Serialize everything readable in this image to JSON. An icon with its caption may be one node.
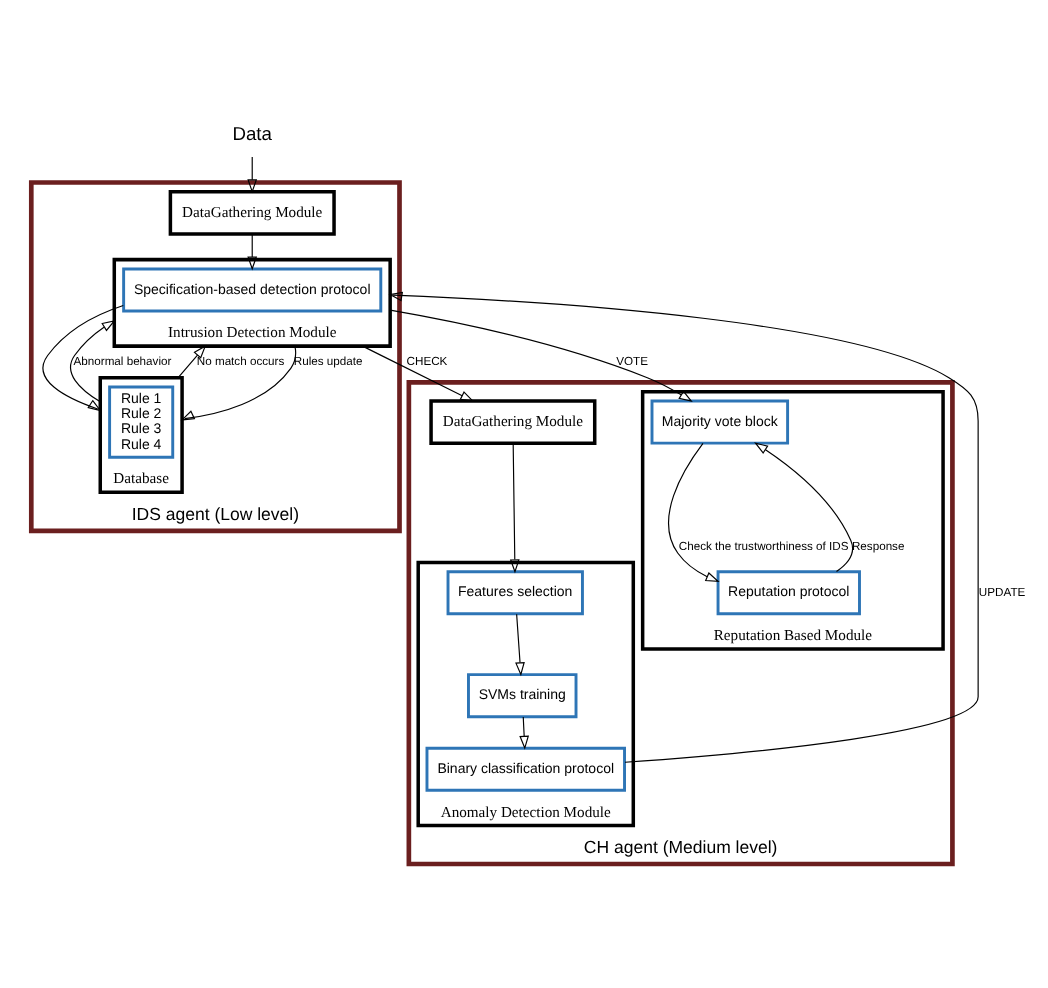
{
  "diagram": {
    "nodes": [
      {
        "text": [
          "IDS agent (Low level)"
        ]
      },
      {
        "text": [
          "CH agent (Medium level)"
        ]
      },
      {
        "text": [
          "Data"
        ]
      },
      {
        "text": [
          "DataGathering Module"
        ],
        "in": 0
      },
      {
        "text": [
          "Intrusion Detection Module"
        ],
        "in": 0
      },
      {
        "text": [
          "Specification-based detection protocol"
        ],
        "in": 4
      },
      {
        "text": [
          "Database"
        ],
        "in": 0
      },
      {
        "text": [
          "Rule 1",
          "Rule 2",
          "Rule 3",
          "Rule 4"
        ],
        "in": 6
      },
      {
        "text": [
          "DataGathering Module"
        ],
        "in": 1
      },
      {
        "text": [
          "Anomaly Detection Module"
        ],
        "in": 1
      },
      {
        "text": [
          "Features selection"
        ],
        "in": 9
      },
      {
        "text": [
          "SVMs training"
        ],
        "in": 9
      },
      {
        "text": [
          "Binary classification protocol"
        ],
        "in": 9
      },
      {
        "text": [
          "Reputation Based Module"
        ],
        "in": 1
      },
      {
        "text": [
          "Majority vote block"
        ],
        "in": 13
      },
      {
        "text": [
          "Reputation protocol"
        ],
        "in": 13
      }
    ],
    "edges": [
      {
        "from": 2,
        "to": 3,
        "arrow": "to"
      },
      {
        "from": 3,
        "to": 5,
        "arrow": "to"
      },
      {
        "from": 5,
        "to": 6,
        "arrow": "to"
      },
      {
        "from": 6,
        "to": 4,
        "arrow": "to",
        "label": "Abnormal behavior"
      },
      {
        "from": 6,
        "to": 4,
        "arrow": "to",
        "label": "No match occurs"
      },
      {
        "from": 4,
        "to": 6,
        "arrow": "to",
        "label": "Rules update"
      },
      {
        "from": 4,
        "to": 14,
        "arrow": "to",
        "label": "VOTE"
      },
      {
        "from": 4,
        "to": 8,
        "arrow": "to",
        "label": "CHECK"
      },
      {
        "from": 8,
        "to": 10,
        "arrow": "to"
      },
      {
        "from": 10,
        "to": 11,
        "arrow": "to"
      },
      {
        "from": 11,
        "to": 12,
        "arrow": "to"
      },
      {
        "from": 12,
        "to": 4,
        "arrow": "to",
        "label": "UPDATE"
      },
      {
        "from": 14,
        "to": 15,
        "arrow": "to",
        "label": "Check the trustworthiness of IDS"
      },
      {
        "from": 15,
        "to": 14,
        "arrow": "to",
        "label": "Response"
      }
    ]
  }
}
